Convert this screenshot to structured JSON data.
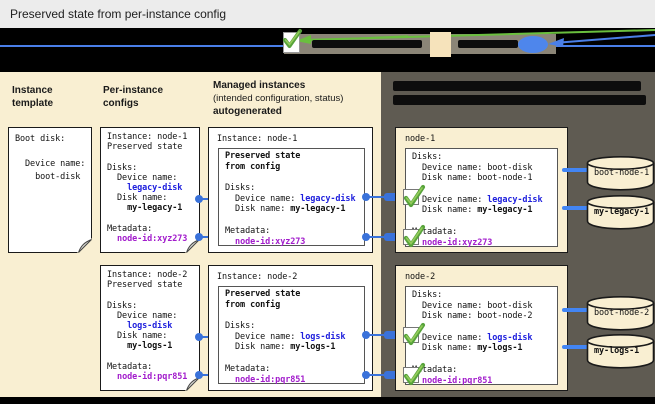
{
  "title": "Preserved state from per-instance config",
  "palette": {
    "panel_beige": "#f9efd2",
    "panel_dark": "#5f5b52",
    "blue_text": "#1f20dd",
    "magenta_text": "#a21ccc",
    "connector_blue": "#3a72da",
    "disk_line_blue": "#4285f4",
    "check_green": "#57a33b",
    "legend_band_gray": "#8b8577",
    "titlebar_bg": "#ececec"
  },
  "legend": {
    "items": [
      {
        "icon": "checkbox-with-green-check"
      },
      {
        "icon": "intended-config-beige-swatch"
      },
      {
        "icon": "disk-blue-ellipse"
      }
    ]
  },
  "columns": {
    "template": "Instance template",
    "configs": "Per-instance configs",
    "managed_1": "Managed instances",
    "managed_2": "(intended configuration, status)",
    "managed_3": "autogenerated"
  },
  "template_box": {
    "lines": [
      [
        [
          "p",
          "Boot disk:"
        ]
      ],
      [],
      [
        [
          "p",
          "  Device name:"
        ]
      ],
      [
        [
          "p",
          "    boot-disk"
        ]
      ]
    ]
  },
  "rows": [
    {
      "config": {
        "lines": [
          [
            [
              "p",
              "Instance: node-1"
            ]
          ],
          [
            [
              "p",
              "Preserved state"
            ]
          ],
          [],
          [
            [
              "p",
              "Disks:"
            ]
          ],
          [
            [
              "p",
              "  Device name:"
            ]
          ],
          [
            [
              "p",
              "    "
            ],
            [
              "b",
              "legacy-disk"
            ]
          ],
          [
            [
              "p",
              "  Disk name:"
            ]
          ],
          [
            [
              "p",
              "    "
            ],
            [
              "k",
              "my-legacy-1"
            ]
          ],
          [],
          [
            [
              "p",
              "Metadata:"
            ]
          ],
          [
            [
              "p",
              "  "
            ],
            [
              "m",
              "node-id:xyz273"
            ]
          ]
        ]
      },
      "managed": {
        "title": "Instance: node-1",
        "inner_lines": [
          [
            [
              "k",
              "Preserved state"
            ]
          ],
          [
            [
              "k",
              "from config"
            ]
          ],
          [],
          [
            [
              "p",
              "Disks:"
            ]
          ],
          [
            [
              "p",
              "  Device name: "
            ],
            [
              "b",
              "legacy-disk"
            ]
          ],
          [
            [
              "p",
              "  Disk name: "
            ],
            [
              "k",
              "my-legacy-1"
            ]
          ],
          [],
          [
            [
              "p",
              "Metadata:"
            ]
          ],
          [
            [
              "p",
              "  "
            ],
            [
              "m",
              "node-id:xyz273"
            ]
          ]
        ]
      },
      "vm": {
        "title": "node-1",
        "inner_lines": [
          [
            [
              "p",
              "Disks:"
            ]
          ],
          [
            [
              "p",
              "  Device name: boot-disk"
            ]
          ],
          [
            [
              "p",
              "  Disk name: boot-node-1"
            ]
          ],
          [],
          [
            [
              "p",
              "  Device name: "
            ],
            [
              "b",
              "legacy-disk"
            ]
          ],
          [
            [
              "p",
              "  Disk name: "
            ],
            [
              "k",
              "my-legacy-1"
            ]
          ],
          [],
          [
            [
              "p",
              "Metadata:"
            ]
          ],
          [
            [
              "p",
              "  "
            ],
            [
              "m",
              "node-id:xyz273"
            ]
          ]
        ]
      },
      "disks": [
        {
          "label": "boot-node-1"
        },
        {
          "label": "my-legacy-1"
        }
      ]
    },
    {
      "config": {
        "lines": [
          [
            [
              "p",
              "Instance: node-2"
            ]
          ],
          [
            [
              "p",
              "Preserved state"
            ]
          ],
          [],
          [
            [
              "p",
              "Disks:"
            ]
          ],
          [
            [
              "p",
              "  Device name:"
            ]
          ],
          [
            [
              "p",
              "    "
            ],
            [
              "b",
              "logs-disk"
            ]
          ],
          [
            [
              "p",
              "  Disk name:"
            ]
          ],
          [
            [
              "p",
              "    "
            ],
            [
              "k",
              "my-logs-1"
            ]
          ],
          [],
          [
            [
              "p",
              "Metadata:"
            ]
          ],
          [
            [
              "p",
              "  "
            ],
            [
              "m",
              "node-id:pqr851"
            ]
          ]
        ]
      },
      "managed": {
        "title": "Instance: node-2",
        "inner_lines": [
          [
            [
              "k",
              "Preserved state"
            ]
          ],
          [
            [
              "k",
              "from config"
            ]
          ],
          [],
          [
            [
              "p",
              "Disks:"
            ]
          ],
          [
            [
              "p",
              "  Device name: "
            ],
            [
              "b",
              "logs-disk"
            ]
          ],
          [
            [
              "p",
              "  Disk name: "
            ],
            [
              "k",
              "my-logs-1"
            ]
          ],
          [],
          [
            [
              "p",
              "Metadata:"
            ]
          ],
          [
            [
              "p",
              "  "
            ],
            [
              "m",
              "node-id:pqr851"
            ]
          ]
        ]
      },
      "vm": {
        "title": "node-2",
        "inner_lines": [
          [
            [
              "p",
              "Disks:"
            ]
          ],
          [
            [
              "p",
              "  Device name: boot-disk"
            ]
          ],
          [
            [
              "p",
              "  Disk name: boot-node-2"
            ]
          ],
          [],
          [
            [
              "p",
              "  Device name: "
            ],
            [
              "b",
              "logs-disk"
            ]
          ],
          [
            [
              "p",
              "  Disk name: "
            ],
            [
              "k",
              "my-logs-1"
            ]
          ],
          [],
          [
            [
              "p",
              "Metadata:"
            ]
          ],
          [
            [
              "p",
              "  "
            ],
            [
              "m",
              "node-id:pqr851"
            ]
          ]
        ]
      },
      "disks": [
        {
          "label": "boot-node-2"
        },
        {
          "label": "my-logs-1"
        }
      ]
    }
  ]
}
